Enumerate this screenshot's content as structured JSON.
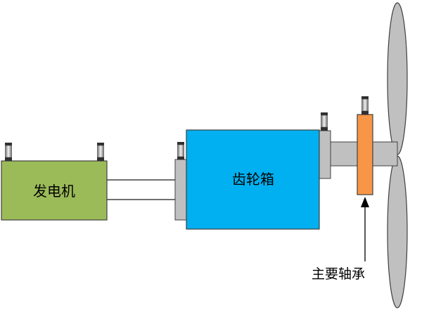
{
  "labels": {
    "generator": "发电机",
    "gearbox": "齿轮箱",
    "main_bearing": "主要轴承"
  },
  "colors": {
    "generator_fill": "#9BBB59",
    "gearbox_fill": "#00B0F0",
    "bearing_fill": "#F79646",
    "shaft_fill": "#C0C0C0",
    "blade_fill": "#C0C0C0",
    "outline": "#404040"
  }
}
